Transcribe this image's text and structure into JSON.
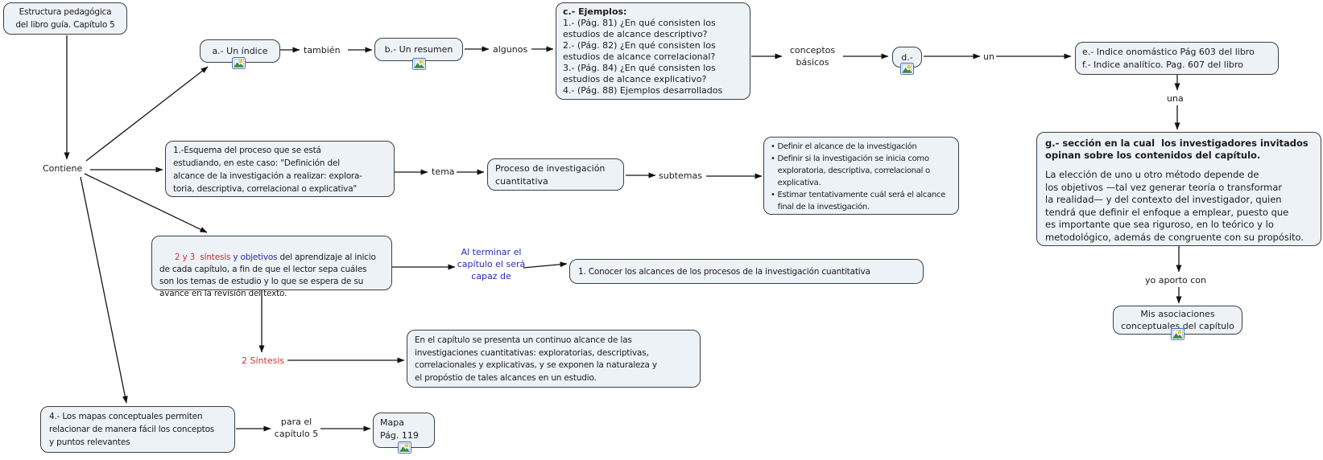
{
  "colors": {
    "node_fill": "#edf2f7",
    "node_border": "#3b4045",
    "text": "#1b1b1b",
    "red": "#cc3232",
    "blue": "#2a2ab4"
  },
  "nodes": {
    "root": {
      "text": "Estructura pedagógica\ndel libro guía. Capítulo 5"
    },
    "a": {
      "text": "a.- Un índice"
    },
    "b": {
      "text": "b.- Un resumen"
    },
    "c": {
      "title": "c.- Ejemplos:",
      "body": "1.- (Pág. 81) ¿En qué consisten los\nestudios de alcance descriptivo?\n2.- (Pág. 82) ¿En qué consisten los\nestudios de alcance correlacional?\n3.- (Pág. 84) ¿En qué consisten los\nestudios de alcance explicativo?\n4.- (Pág. 88) Ejemplos desarrollados"
    },
    "d": {
      "text": "d.-"
    },
    "ef": {
      "text": "e.- Indice onomástico Pág 603 del libro\nf.- Indice analítico. Pag. 607 del libro"
    },
    "g": {
      "title": "g.- sección en la cual  los investigadores invitados\nopinan sobre los contenidos del capítulo.",
      "body": "La elección de uno u otro método depende de\nlos objetivos —tal vez generar teoría o transformar\nla realidad— y del contexto del investigador, quien\ntendrá que definir el enfoque a emplear, puesto que\nes importante que sea riguroso, en lo teórico y lo\nmetodológico, además de congruente con su propósito."
    },
    "esquema": {
      "text": "1.-Esquema del proceso que se está\nestudiando, en este caso: \"Definición del\nalcance de la investigación a realizar: explora-\ntoria, descriptiva, correlacional o explicativa\""
    },
    "proceso": {
      "text": "Proceso de investigación\ncuantitativa"
    },
    "subtemas_list": {
      "text": "• Definir el alcance de la investigación\n• Definir si la investigación se inicia como\n   exploratoria, descriptiva, correlacional o\n   explicativa.\n• Estimar tentativamente cuál será el alcance\n   final de la investigación."
    },
    "objetivos": {
      "red_part": "2 y 3  síntesis",
      "blue_part": " y objetivos",
      "rest": " del aprendizaje al inicio\nde cada capítulo, a fin de que el lector sepa cuáles\nson los temas de estudio y lo que se espera de su\navance en la revisión del texto."
    },
    "conocer": {
      "text": "1. Conocer los alcances de los procesos de la investigación cuantitativa"
    },
    "sintesis_par": {
      "text": "En el capítulo se presenta un continuo alcance de las\ninvestigaciones cuantitativas: exploratorias, descriptivas,\ncorrelacionales y explicativas, y se exponen la naturaleza y\nel propóstio de tales alcances en un estudio."
    },
    "mapas": {
      "text": "4.- Los mapas conceptuales permiten\nrelacionar de manera fácil los conceptos\ny puntos relevantes"
    },
    "mapa": {
      "text": "Mapa\nPág. 119"
    },
    "mis": {
      "text": "Mis asociaciones\nconceptuales del capítulo"
    }
  },
  "labels": {
    "contiene": "Contiene",
    "tambien": "también",
    "algunos": "algunos",
    "conceptos": "conceptos\nbásicos",
    "un": "un",
    "una": "una",
    "tema": "tema",
    "subtemas": "subtemas",
    "al_terminar": "Al terminar el\ncapítulo el será\ncapaz de",
    "dos_sintesis": "2 Síntesis",
    "yo_aporto": "yo aporto con",
    "para_el": "para el\ncapítulo 5"
  }
}
